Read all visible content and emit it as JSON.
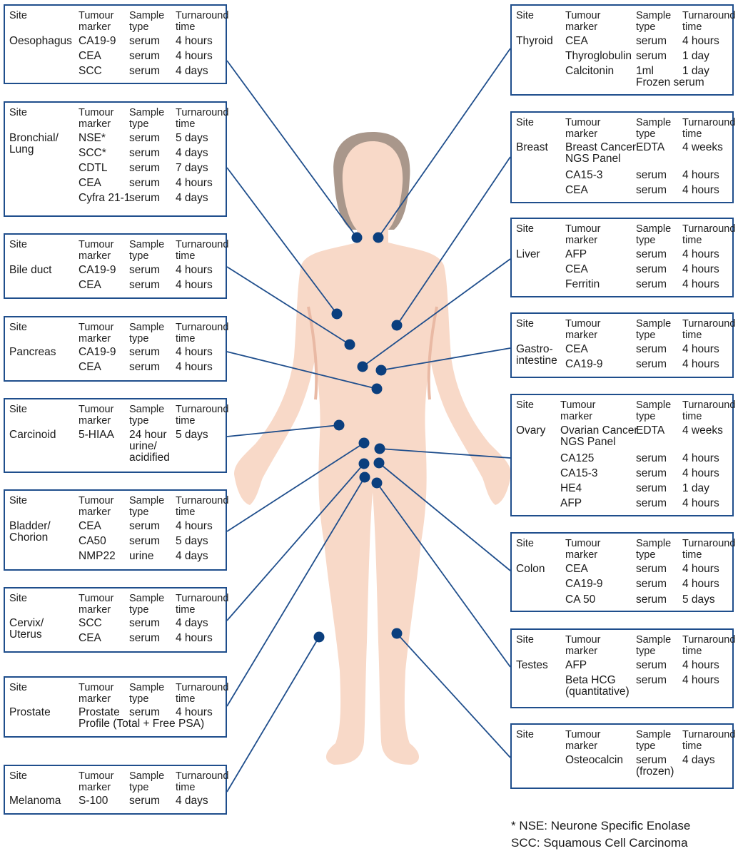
{
  "headers": {
    "site": "Site",
    "marker": "Tumour\nmarker",
    "sample": "Sample\ntype",
    "turnaround": "Turnaround\ntime"
  },
  "panels": [
    {
      "site": "Oesophagus",
      "rows": [
        [
          "CA19-9",
          "serum",
          "4 hours"
        ],
        [
          "CEA",
          "serum",
          "4 hours"
        ],
        [
          "SCC",
          "serum",
          "4 days"
        ]
      ]
    },
    {
      "site": "Bronchial/\nLung",
      "rows": [
        [
          "NSE*",
          "serum",
          "5 days"
        ],
        [
          "SCC*",
          "serum",
          "4 days"
        ],
        [
          "CDTL",
          "serum",
          "7 days"
        ],
        [
          "CEA",
          "serum",
          "4 hours"
        ],
        [
          "Cyfra 21-1",
          "serum",
          "4 days"
        ]
      ]
    },
    {
      "site": "Bile duct",
      "rows": [
        [
          "CA19-9",
          "serum",
          "4 hours"
        ],
        [
          "CEA",
          "serum",
          "4 hours"
        ]
      ]
    },
    {
      "site": "Pancreas",
      "rows": [
        [
          "CA19-9",
          "serum",
          "4 hours"
        ],
        [
          "CEA",
          "serum",
          "4 hours"
        ]
      ]
    },
    {
      "site": "Carcinoid",
      "rows": [
        [
          "5-HIAA",
          "24 hour\nurine/\nacidified",
          "5 days"
        ]
      ]
    },
    {
      "site": "Bladder/\nChorion",
      "rows": [
        [
          "CEA",
          "serum",
          "4 hours"
        ],
        [
          "CA50",
          "serum",
          "5 days"
        ],
        [
          "NMP22",
          "urine",
          "4 days"
        ]
      ]
    },
    {
      "site": "Cervix/\nUterus",
      "rows": [
        [
          "SCC",
          "serum",
          "4 days"
        ],
        [
          "CEA",
          "serum",
          "4 hours"
        ]
      ]
    },
    {
      "site": "Prostate",
      "rows": [
        [
          "Prostate\nProfile (Total + Free PSA)",
          "serum",
          "4 hours"
        ]
      ]
    },
    {
      "site": "Melanoma",
      "rows": [
        [
          "S-100",
          "serum",
          "4 days"
        ]
      ]
    },
    {
      "site": "Thyroid",
      "rows": [
        [
          "CEA",
          "serum",
          "4 hours"
        ],
        [
          "Thyroglobulin",
          "serum",
          "1 day"
        ],
        [
          "Calcitonin",
          "1ml\nFrozen serum",
          "1 day"
        ]
      ]
    },
    {
      "site": "Breast",
      "rows": [
        [
          "Breast Cancer\nNGS Panel",
          "EDTA",
          "4 weeks"
        ],
        [
          "CA15-3",
          "serum",
          "4 hours"
        ],
        [
          "CEA",
          "serum",
          "4 hours"
        ]
      ]
    },
    {
      "site": "Liver",
      "rows": [
        [
          "AFP",
          "serum",
          "4 hours"
        ],
        [
          "CEA",
          "serum",
          "4 hours"
        ],
        [
          "Ferritin",
          "serum",
          "4 hours"
        ]
      ]
    },
    {
      "site": "Gastro-\nintestine",
      "rows": [
        [
          "CEA",
          "serum",
          "4 hours"
        ],
        [
          "CA19-9",
          "serum",
          "4 hours"
        ]
      ]
    },
    {
      "site": "Ovary",
      "rows": [
        [
          "Ovarian Cancer\nNGS Panel",
          "EDTA",
          "4 weeks"
        ],
        [
          "CA125",
          "serum",
          "4 hours"
        ],
        [
          "CA15-3",
          "serum",
          "4 hours"
        ],
        [
          "HE4",
          "serum",
          "1 day"
        ],
        [
          "AFP",
          "serum",
          "4 hours"
        ]
      ]
    },
    {
      "site": "Colon",
      "rows": [
        [
          "CEA",
          "serum",
          "4 hours"
        ],
        [
          "CA19-9",
          "serum",
          "4 hours"
        ],
        [
          "CA 50",
          "serum",
          "5 days"
        ]
      ]
    },
    {
      "site": "Testes",
      "rows": [
        [
          "AFP",
          "serum",
          "4 hours"
        ],
        [
          "Beta HCG\n(quantitative)",
          "serum",
          "4 hours"
        ]
      ]
    },
    {
      "site": "",
      "rows": [
        [
          "Osteocalcin",
          "serum\n(frozen)",
          "4 days"
        ]
      ]
    }
  ],
  "footnotes": [
    "* NSE: Neurone Specific Enolase",
    "SCC: Squamous Cell Carcinoma"
  ],
  "colors": {
    "skin": "#f8d9c8",
    "skin_shadow": "#e9b9a4",
    "hair": "#a9978b",
    "line": "#1f4e8c",
    "dot": "#0b3f7e"
  }
}
